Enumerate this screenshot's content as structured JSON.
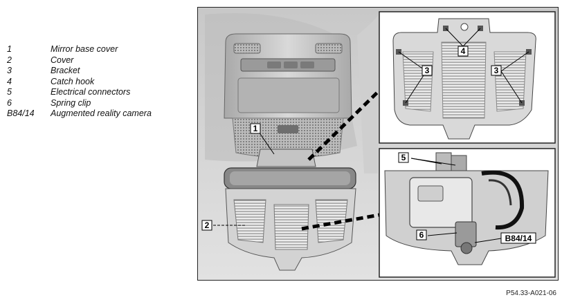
{
  "legend": {
    "items": [
      {
        "key": "1",
        "text": "Mirror base cover"
      },
      {
        "key": "2",
        "text": "Cover"
      },
      {
        "key": "3",
        "text": "Bracket"
      },
      {
        "key": "4",
        "text": "Catch hook"
      },
      {
        "key": "5",
        "text": "Electrical connectors"
      },
      {
        "key": "6",
        "text": "Spring clip"
      },
      {
        "key": "B84/14",
        "text": "Augmented reality camera"
      }
    ]
  },
  "callouts": {
    "c1": "1",
    "c2": "2",
    "c3a": "3",
    "c3b": "3",
    "c4": "4",
    "c5": "5",
    "c6": "6",
    "cb84": "B84/14"
  },
  "footer": {
    "ref": "P54.33-A021-06"
  }
}
